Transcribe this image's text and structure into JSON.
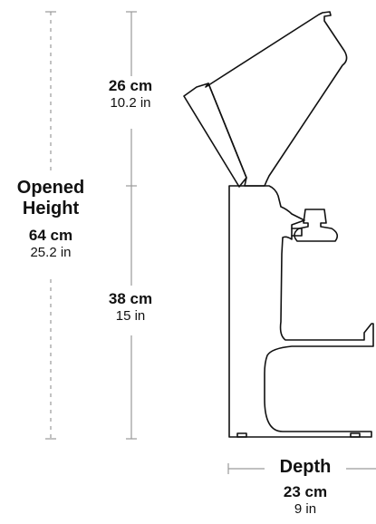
{
  "opened_height": {
    "title_line1": "Opened",
    "title_line2": "Height",
    "metric": "64 cm",
    "imperial": "25.2 in"
  },
  "top_section": {
    "metric": "26 cm",
    "imperial": "10.2 in"
  },
  "bottom_section": {
    "metric": "38 cm",
    "imperial": "15 in"
  },
  "depth": {
    "title": "Depth",
    "metric": "23 cm",
    "imperial": "9 in"
  },
  "colors": {
    "outline": "#111111",
    "dimension_line": "#9a9a9a"
  }
}
